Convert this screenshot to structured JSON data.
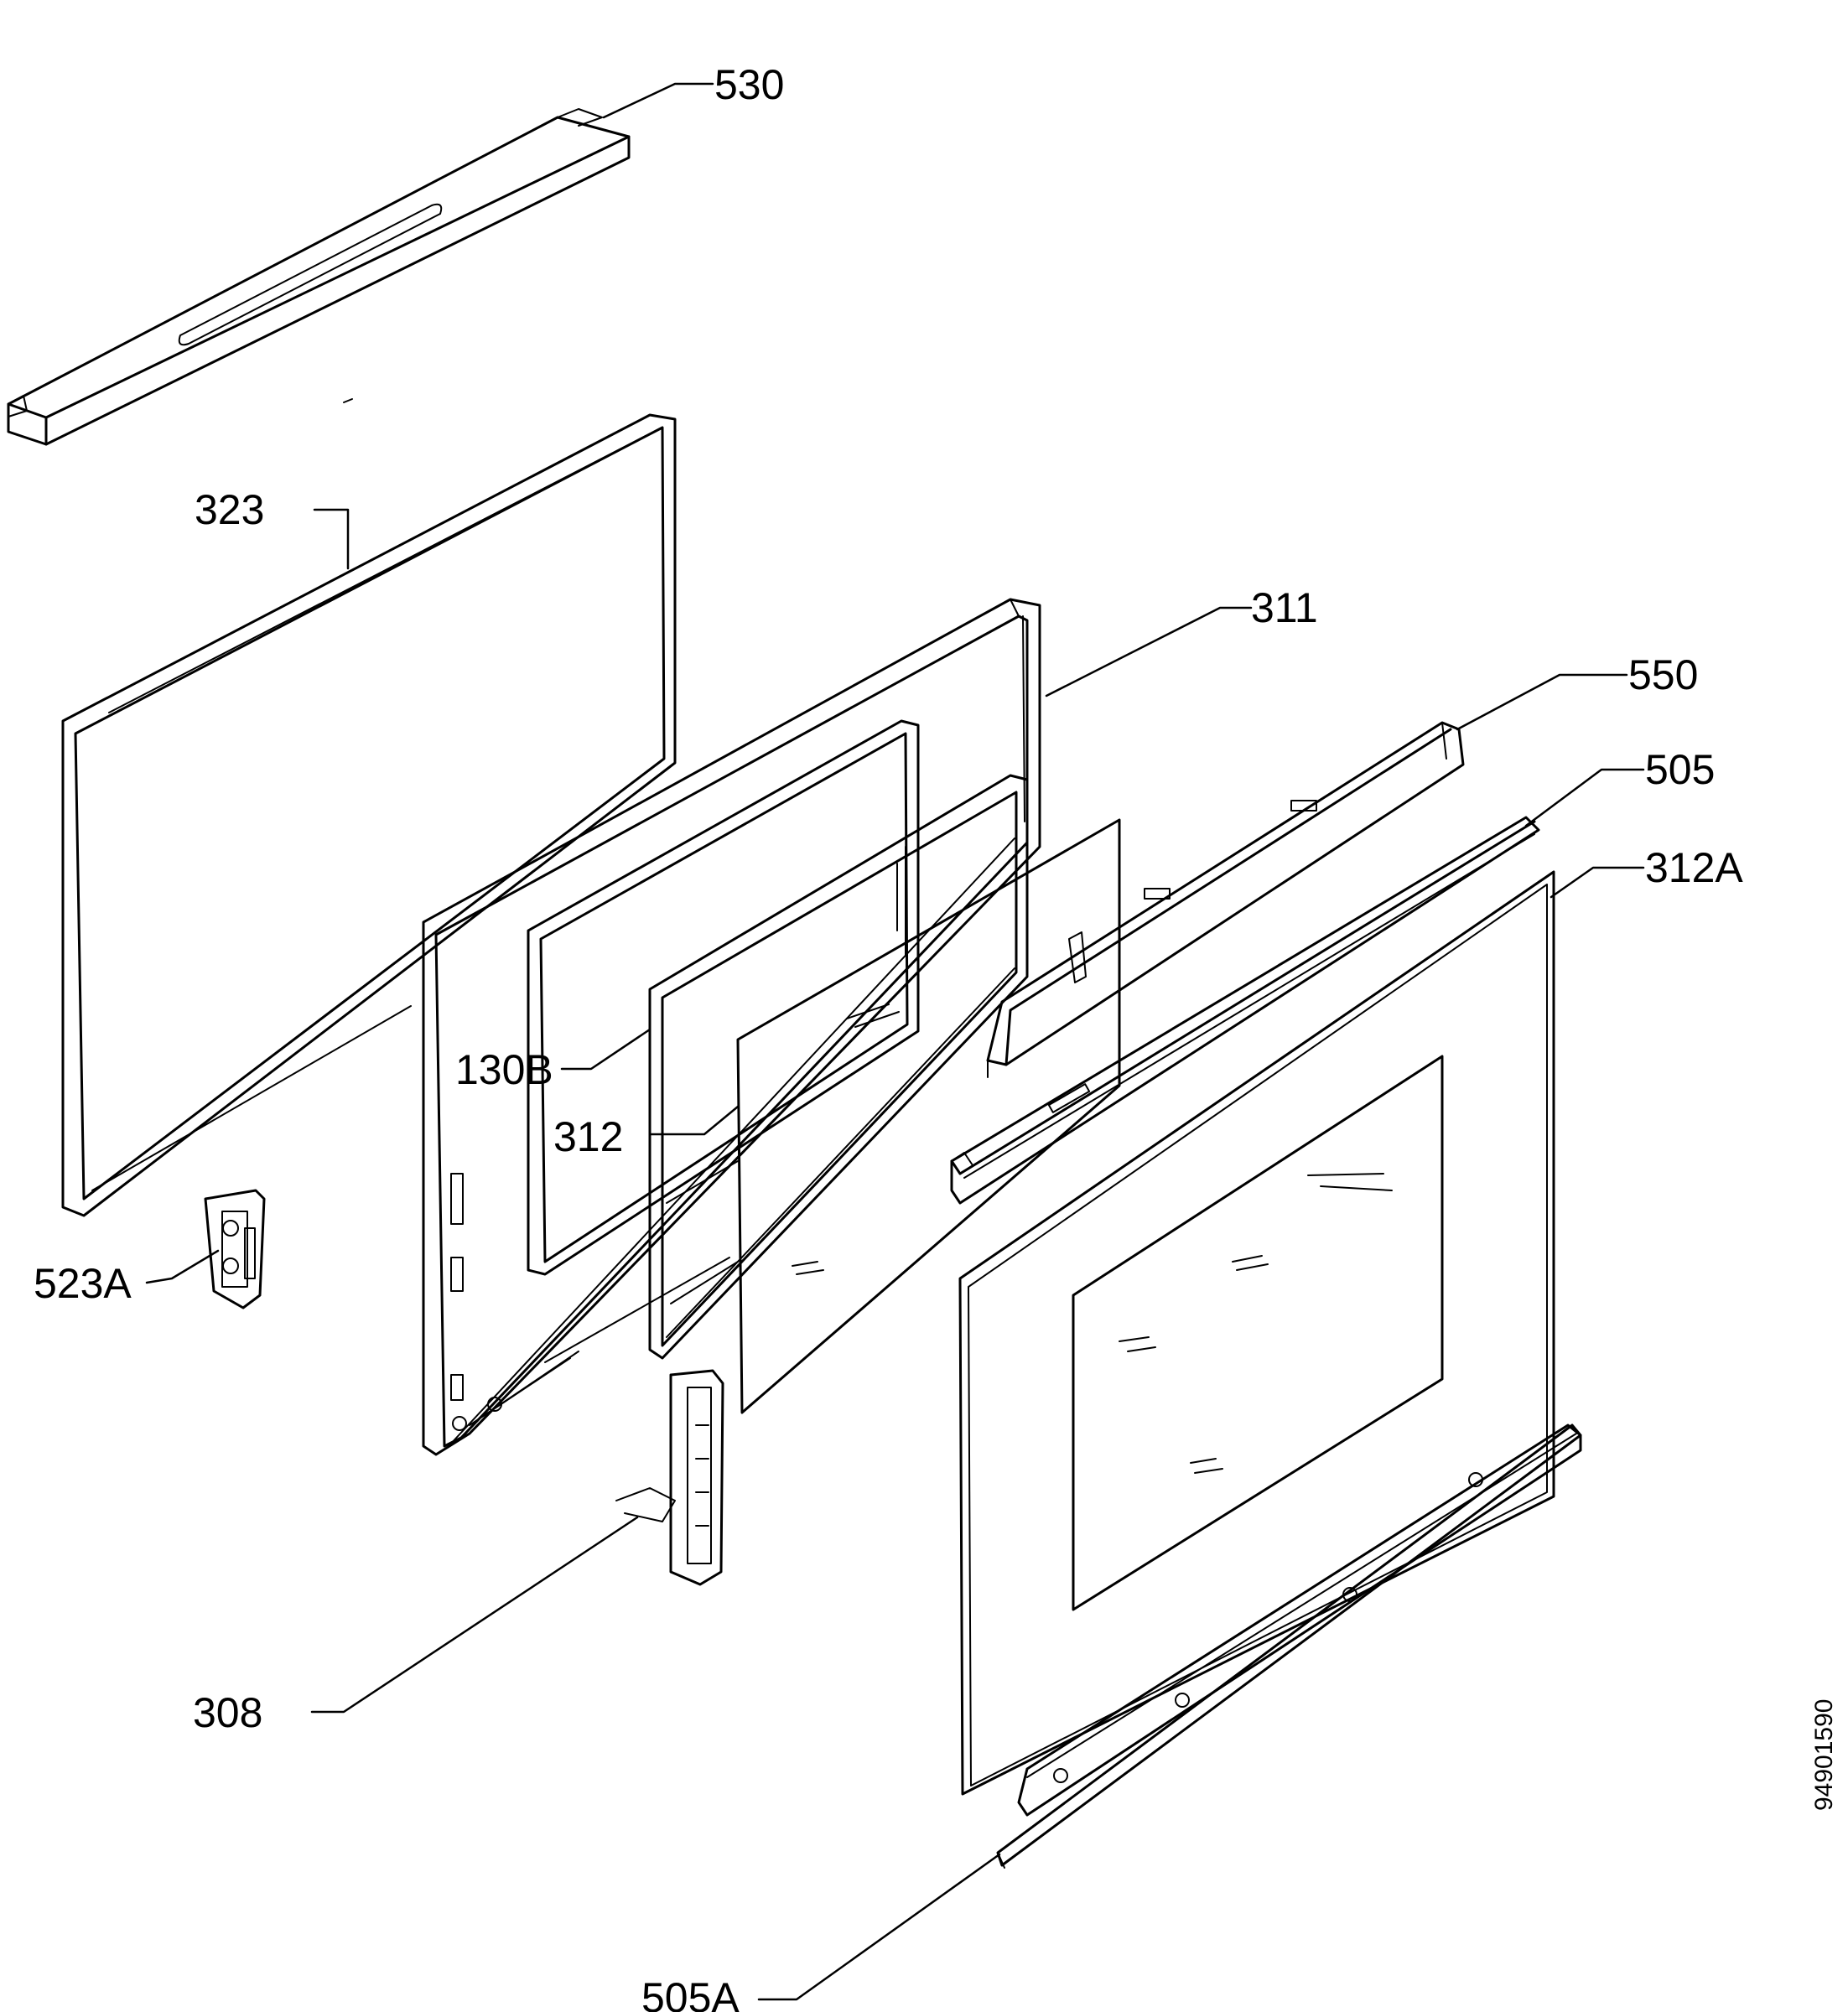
{
  "diagram": {
    "line_color": "#000000",
    "background": "#ffffff",
    "part_labels": {
      "p530": "530",
      "p323": "323",
      "p311": "311",
      "p550": "550",
      "p505": "505",
      "p312A": "312A",
      "p130B": "130B",
      "p312": "312",
      "p523A": "523A",
      "p308": "308",
      "p505A": "505A"
    },
    "document_number": "94901590"
  }
}
